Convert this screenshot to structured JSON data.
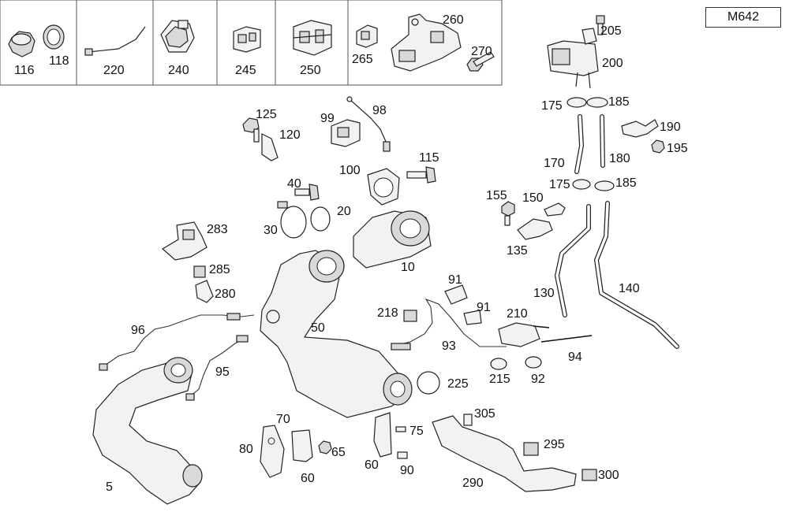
{
  "model_code": "M642",
  "header_parts": [
    "116",
    "118",
    "220",
    "240",
    "245",
    "250",
    "265",
    "260",
    "270"
  ],
  "callouts": {
    "p5": "5",
    "p10": "10",
    "p20": "20",
    "p30": "30",
    "p40": "40",
    "p50": "50",
    "p60a": "60",
    "p60b": "60",
    "p65": "65",
    "p70": "70",
    "p75": "75",
    "p80": "80",
    "p90": "90",
    "p91a": "91",
    "p91b": "91",
    "p92": "92",
    "p93": "93",
    "p94": "94",
    "p95": "95",
    "p96": "96",
    "p98": "98",
    "p99": "99",
    "p100": "100",
    "p115": "115",
    "p120": "120",
    "p125": "125",
    "p130": "130",
    "p135": "135",
    "p140": "140",
    "p150": "150",
    "p155": "155",
    "p170": "170",
    "p175a": "175",
    "p175b": "175",
    "p180": "180",
    "p185a": "185",
    "p185b": "185",
    "p190": "190",
    "p195": "195",
    "p200": "200",
    "p205": "205",
    "p210": "210",
    "p215": "215",
    "p218": "218",
    "p225": "225",
    "p280": "280",
    "p283": "283",
    "p285": "285",
    "p290": "290",
    "p295": "295",
    "p300": "300",
    "p305": "305"
  }
}
